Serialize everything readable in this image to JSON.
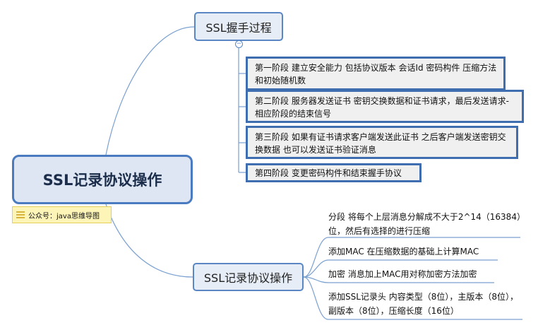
{
  "root": {
    "label": "SSL记录协议操作"
  },
  "note": {
    "label": "公众号：java思维导图",
    "icon": "note-icon"
  },
  "topic_handshake": {
    "label": "SSL握手过程",
    "children": [
      {
        "label": "第一阶段 建立安全能力 包括协议版本 会话Id 密码构件 压缩方法和初始随机数"
      },
      {
        "label": "第二阶段 服务器发送证书 密钥交换数据和证书请求，最后发送请求-相应阶段的结束信号"
      },
      {
        "label": "第三阶段 如果有证书请求客户端发送此证书 之后客户端发送密钥交换数据 也可以发送证书验证消息"
      },
      {
        "label": "第四阶段 变更密码构件和结束握手协议"
      }
    ]
  },
  "topic_record": {
    "label": "SSL记录协议操作",
    "children": [
      {
        "label": "分段 将每个上层消息分解成不大于2^14（16384）位，然后有选择的进行压缩"
      },
      {
        "label": "添加MAC 在压缩数据的基础上计算MAC"
      },
      {
        "label": "加密 消息加上MAC用对称加密方法加密"
      },
      {
        "label": "添加SSL记录头 内容类型（8位），主版本（8位），副版本（8位），压缩长度（16位）"
      }
    ]
  },
  "colors": {
    "line": "#5a86c4",
    "root_border": "#4a7bc0",
    "sub_border": "#3e6db0"
  }
}
